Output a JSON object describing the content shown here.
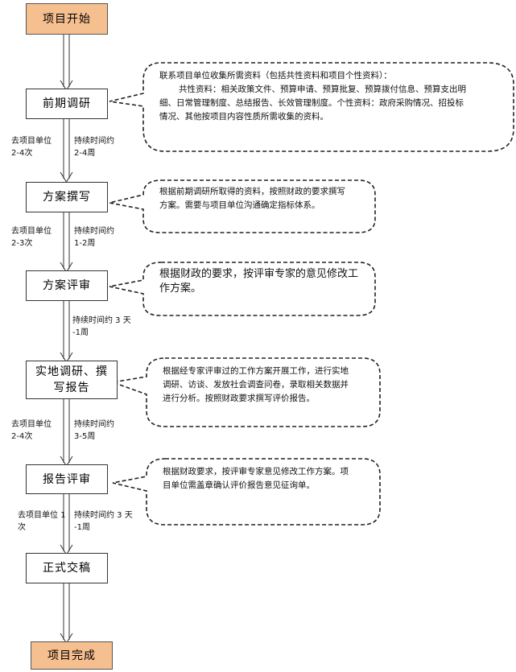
{
  "steps": {
    "start": "项目开始",
    "research": "前期调研",
    "plan_write": "方案撰写",
    "plan_review": "方案评审",
    "fieldwork_line1": "实地调研、撰",
    "fieldwork_line2": "写报告",
    "report_review": "报告评审",
    "final_submit": "正式交稿",
    "end": "项目完成"
  },
  "notes": {
    "n1_left_line1": "去项目单位",
    "n1_left_line2": "2-4次",
    "n1_right_line1": "持续时间约",
    "n1_right_line2": "2-4周",
    "n2_left_line1": "去项目单位",
    "n2_left_line2": "2-3次",
    "n2_right_line1": "持续时间约",
    "n2_right_line2": "1-2周",
    "n3_right_line1": "持续时间约 3 天",
    "n3_right_line2": "-1周",
    "n4_left_line1": "去项目单位",
    "n4_left_line2": "2-4次",
    "n4_right_line1": "持续时间约",
    "n4_right_line2": "3-5周",
    "n5_left_line1": "去项目单位 1",
    "n5_left_line2": "次",
    "n5_right_line1": "持续时间约 3 天",
    "n5_right_line2": "-1周"
  },
  "bubbles": {
    "b1_line1": "联系项目单位收集所需资料（包括共性资料和项目个性资料）：",
    "b1_line2": "共性资料：相关政策文件、预算申请、预算批复、预算拨付信息、预算支出明",
    "b1_line3": "细、日常管理制度、总结报告、长效管理制度。个性资料：政府采购情况、招投标",
    "b1_line4": "情况、其他按项目内容性质所需收集的资料。",
    "b2_line1": "根据前期调研所取得的资料，按照财政的要求撰写",
    "b2_line2": "方案。需要与项目单位沟通确定指标体系。",
    "b3_line1": "根据财政的要求，按评审专家的意见修改工",
    "b3_line2": "作方案。",
    "b4_line1": "根据经专家评审过的工作方案开展工作，进行实地",
    "b4_line2": "调研、访谈、发放社会调查问卷，录取相关数据并",
    "b4_line3": "进行分析。按照财政要求撰写评价报告。",
    "b5_line1": "根据财政要求，按评审专家意见修改工作方案。项",
    "b5_line2": "目单位需盖章确认评价报告意见征询单。"
  },
  "colors": {
    "terminal_fill": "#f6bf8f",
    "line": "#333333"
  }
}
